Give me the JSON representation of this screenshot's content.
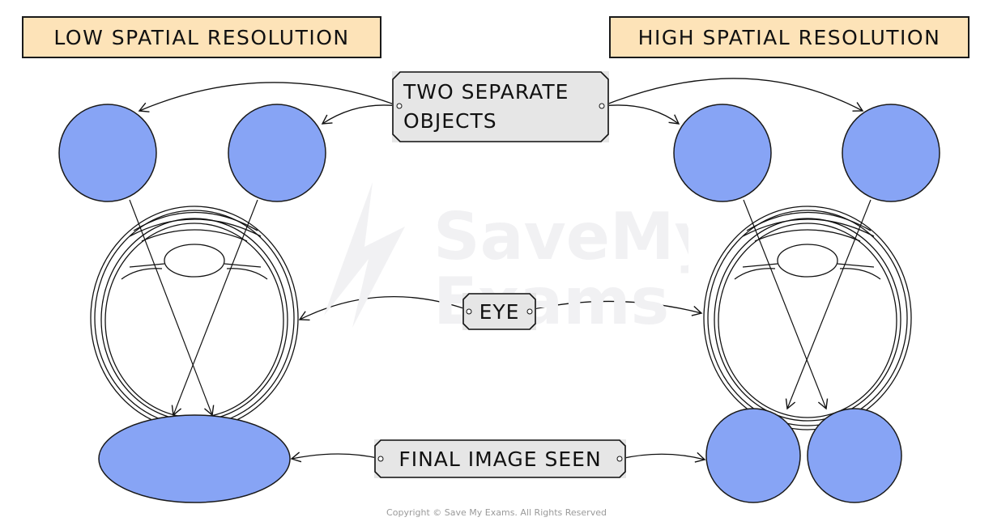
{
  "titles": {
    "left": "LOW SPATIAL RESOLUTION",
    "right": "HIGH SPATIAL RESOLUTION"
  },
  "labels": {
    "objects_line1": "TWO SEPARATE",
    "objects_line2": "OBJECTS",
    "eye": "EYE",
    "final_image": "FINAL IMAGE SEEN"
  },
  "watermark": {
    "line1": "SaveMy",
    "line2": "Exams"
  },
  "copyright": "Copyright © Save My Exams. All Rights Reserved",
  "colors": {
    "object_fill": "#87a4f5",
    "title_fill": "#fde3b8",
    "label_fill": "#e6e6e6"
  }
}
